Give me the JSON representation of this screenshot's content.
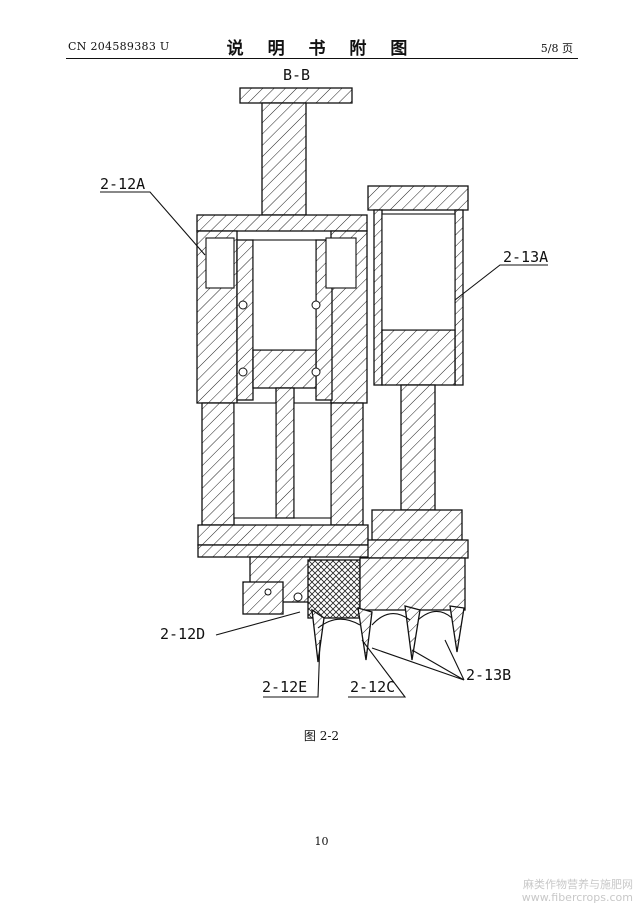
{
  "header": {
    "patent_number": "CN 204589383 U",
    "section_title": "说 明 书 附 图",
    "page_of": "5/8 页"
  },
  "figure": {
    "section_label": "B-B",
    "caption": "图 2-2",
    "callouts": {
      "a12": "2-12A",
      "a13": "2-13A",
      "d12": "2-12D",
      "e12": "2-12E",
      "c12": "2-12C",
      "b13": "2-13B"
    }
  },
  "footer": {
    "page_number": "10"
  },
  "watermark": {
    "line1": "麻类作物营养与施肥网",
    "line2": "www.fibercrops.com"
  }
}
